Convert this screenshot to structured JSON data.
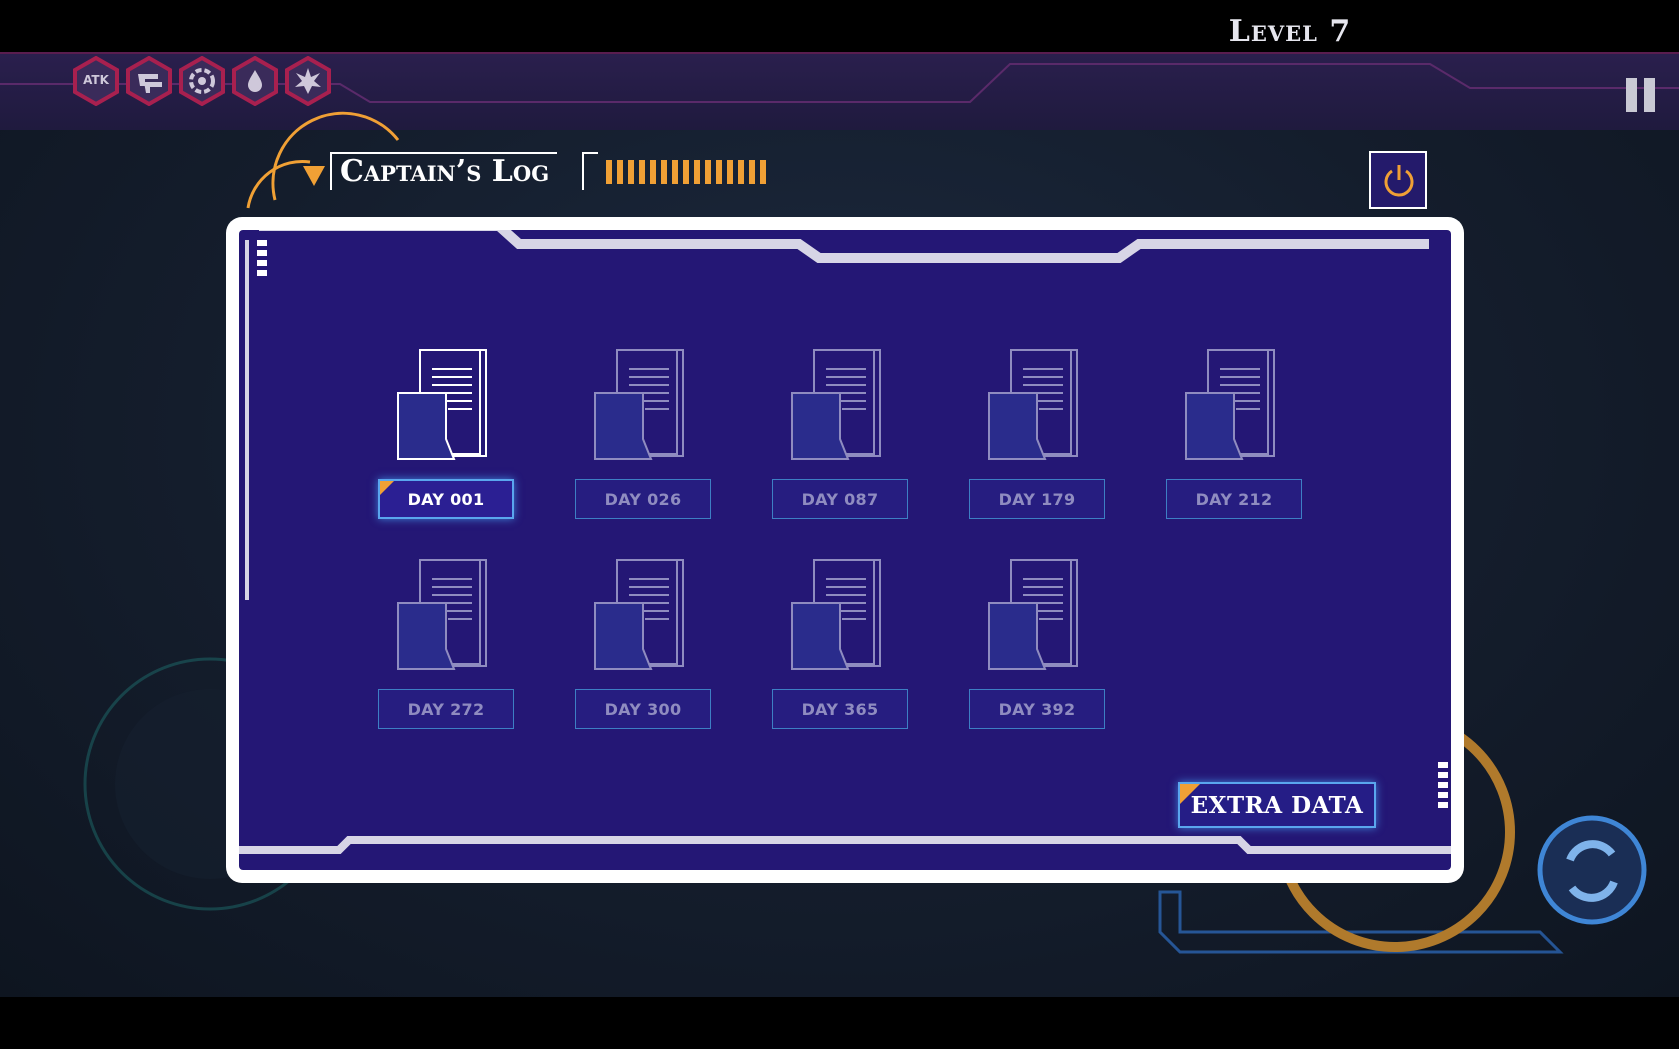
{
  "hud": {
    "level_label": "Level 7",
    "powerups": [
      {
        "name": "attack-up",
        "label": "ATK"
      },
      {
        "name": "twin-guns",
        "label": ""
      },
      {
        "name": "vortex",
        "label": ""
      },
      {
        "name": "drop-shield",
        "label": ""
      },
      {
        "name": "burst",
        "label": ""
      }
    ]
  },
  "log": {
    "title": "Captain’s Log",
    "entries": [
      {
        "label": "DAY 001",
        "selected": true
      },
      {
        "label": "DAY 026",
        "selected": false
      },
      {
        "label": "DAY 087",
        "selected": false
      },
      {
        "label": "DAY 179",
        "selected": false
      },
      {
        "label": "DAY 212",
        "selected": false
      },
      {
        "label": "DAY 272",
        "selected": false
      },
      {
        "label": "DAY 300",
        "selected": false
      },
      {
        "label": "DAY 365",
        "selected": false
      },
      {
        "label": "DAY 392",
        "selected": false
      }
    ],
    "extra_button": "EXTRA DATA"
  },
  "colors": {
    "accent": "#f0a035",
    "panel": "#241775",
    "button_border": "#5aa6ee"
  },
  "icons": [
    "pause-icon",
    "power-icon",
    "document-icon"
  ]
}
